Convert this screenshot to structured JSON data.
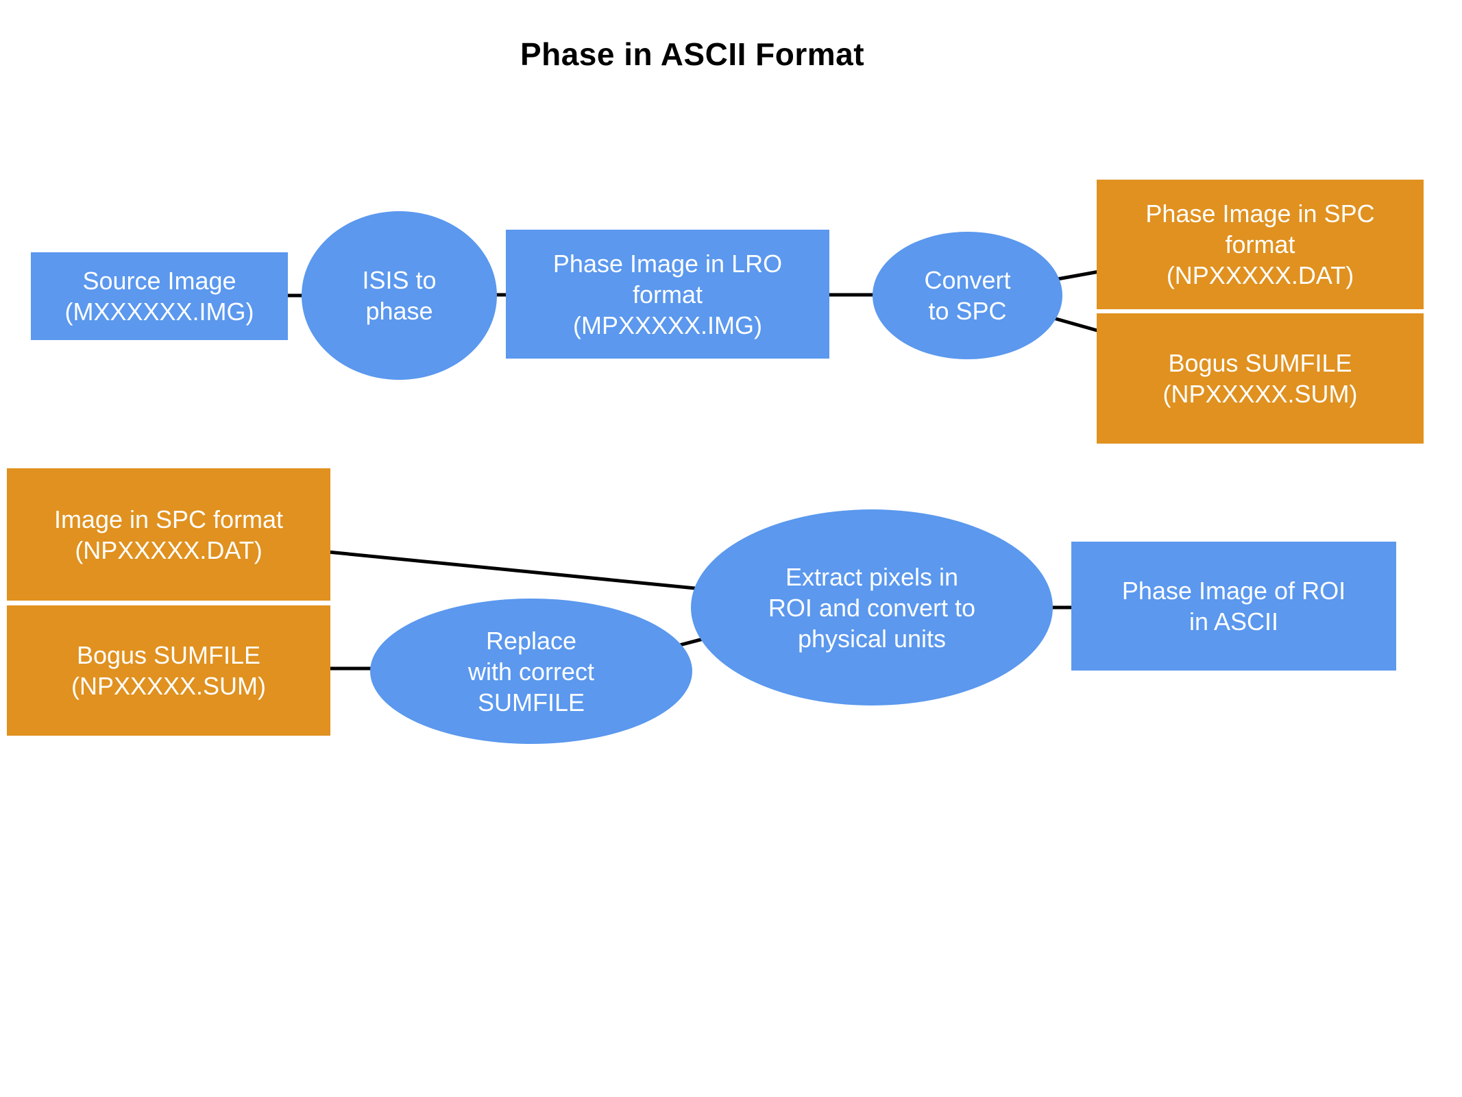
{
  "title": "Phase in ASCII Format",
  "colors": {
    "node-blue": "#5b98ee",
    "node-orange": "#e0911f",
    "node-text": "#ffffff",
    "title-text": "#000000",
    "connector": "#000000"
  },
  "nodes": {
    "source_image": {
      "label": "Source Image\n(MXXXXXX.IMG)"
    },
    "isis_to_phase": {
      "label": "ISIS to\nphase"
    },
    "phase_lro": {
      "label": "Phase Image in LRO\nformat\n(MPXXXXX.IMG)"
    },
    "convert_to_spc": {
      "label": "Convert\nto SPC"
    },
    "phase_spc": {
      "label": "Phase Image in SPC\nformat\n(NPXXXXX.DAT)"
    },
    "bogus_sumfile_top": {
      "label": "Bogus SUMFILE\n(NPXXXXX.SUM)"
    },
    "image_spc": {
      "label": "Image in SPC format\n(NPXXXXX.DAT)"
    },
    "bogus_sumfile_bottom": {
      "label": "Bogus SUMFILE\n(NPXXXXX.SUM)"
    },
    "replace_sumfile": {
      "label": "Replace\nwith correct\nSUMFILE"
    },
    "extract_pixels": {
      "label": "Extract pixels in\nROI and convert to\nphysical units"
    },
    "phase_ascii": {
      "label": "Phase Image of ROI\nin ASCII"
    }
  },
  "edges": [
    {
      "from": "source_image",
      "to": "isis_to_phase"
    },
    {
      "from": "isis_to_phase",
      "to": "phase_lro"
    },
    {
      "from": "phase_lro",
      "to": "convert_to_spc"
    },
    {
      "from": "convert_to_spc",
      "to": "phase_spc"
    },
    {
      "from": "convert_to_spc",
      "to": "bogus_sumfile_top"
    },
    {
      "from": "image_spc",
      "to": "extract_pixels"
    },
    {
      "from": "bogus_sumfile_bottom",
      "to": "replace_sumfile"
    },
    {
      "from": "replace_sumfile",
      "to": "extract_pixels"
    },
    {
      "from": "extract_pixels",
      "to": "phase_ascii"
    }
  ]
}
